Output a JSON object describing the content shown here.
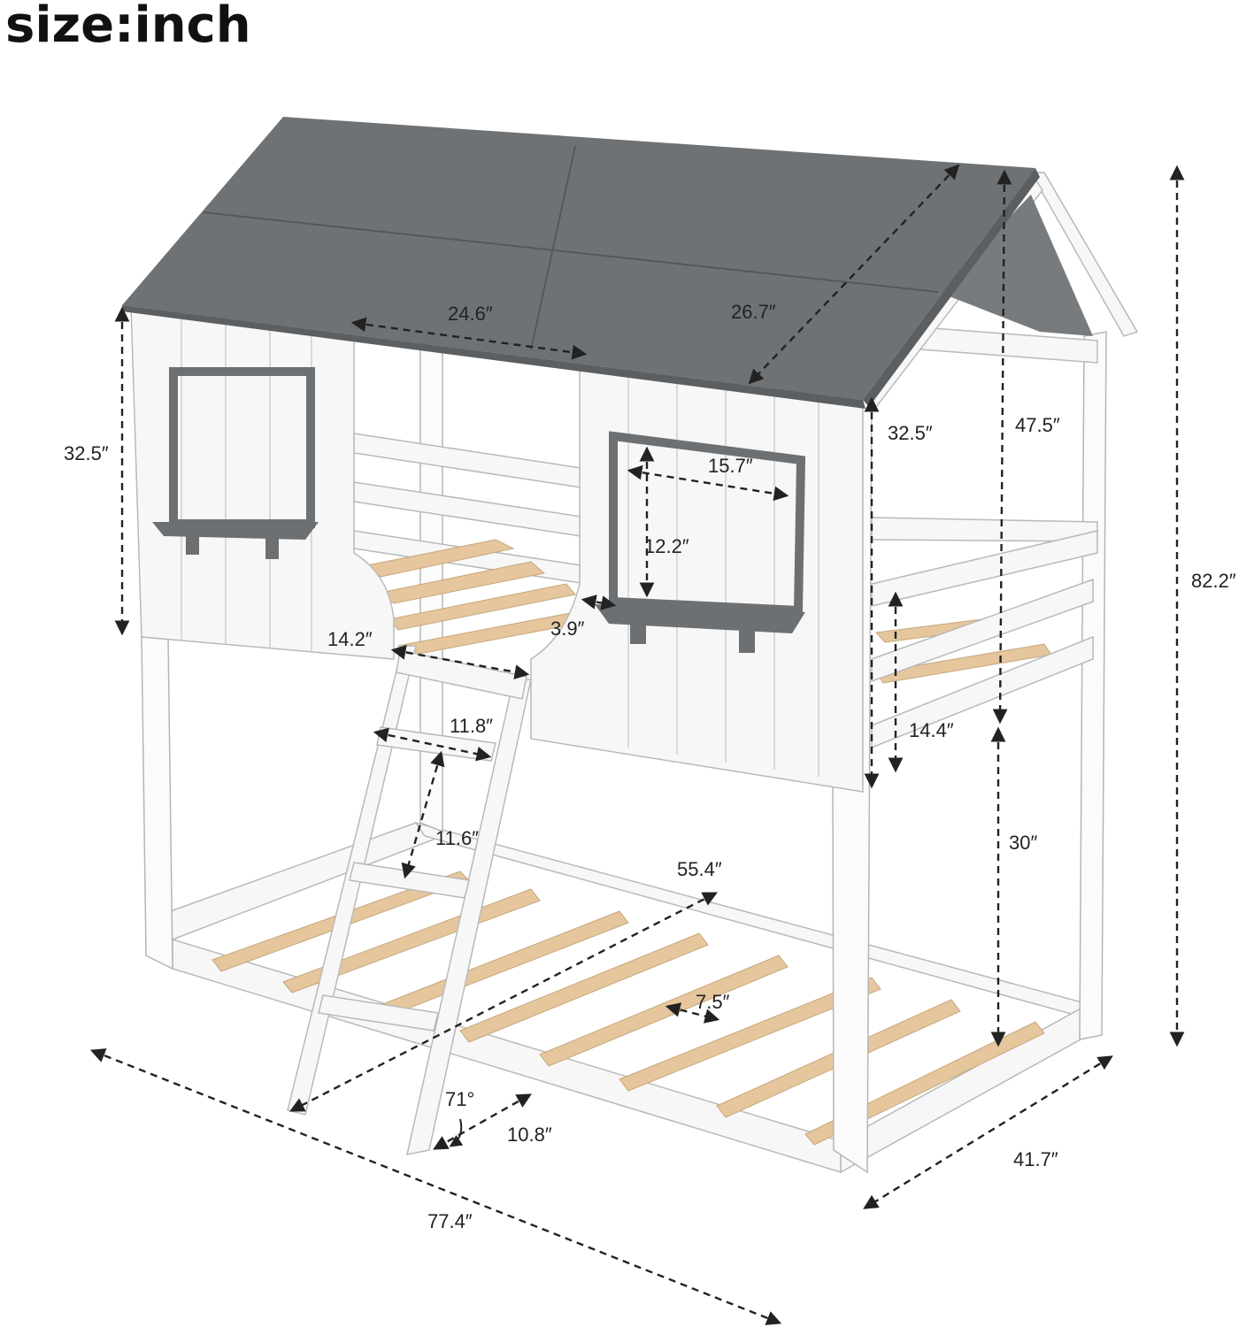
{
  "title": "size:inch",
  "colors": {
    "roof": "#6e7275",
    "frame": "#f7f7f7",
    "slats": "#e6c79d",
    "window": "#6d7073"
  },
  "dimensions": {
    "roof_width": "24.6″",
    "roof_slope": "26.7″",
    "left_panel_height": "32.5″",
    "right_panel_height": "32.5″",
    "gable_height": "47.5″",
    "total_height": "82.2″",
    "window_width": "15.7″",
    "window_height": "12.2″",
    "sill_depth": "3.9″",
    "opening_width": "14.2″",
    "ladder_width": "11.8″",
    "rung_spacing": "11.6″",
    "rail_height": "14.4″",
    "under_clearance": "30″",
    "mattress_length": "55.4″",
    "slat_gap": "7.5″",
    "ladder_angle": "71°",
    "ladder_base": "10.8″",
    "bed_width": "41.7″",
    "bed_length": "77.4″"
  }
}
